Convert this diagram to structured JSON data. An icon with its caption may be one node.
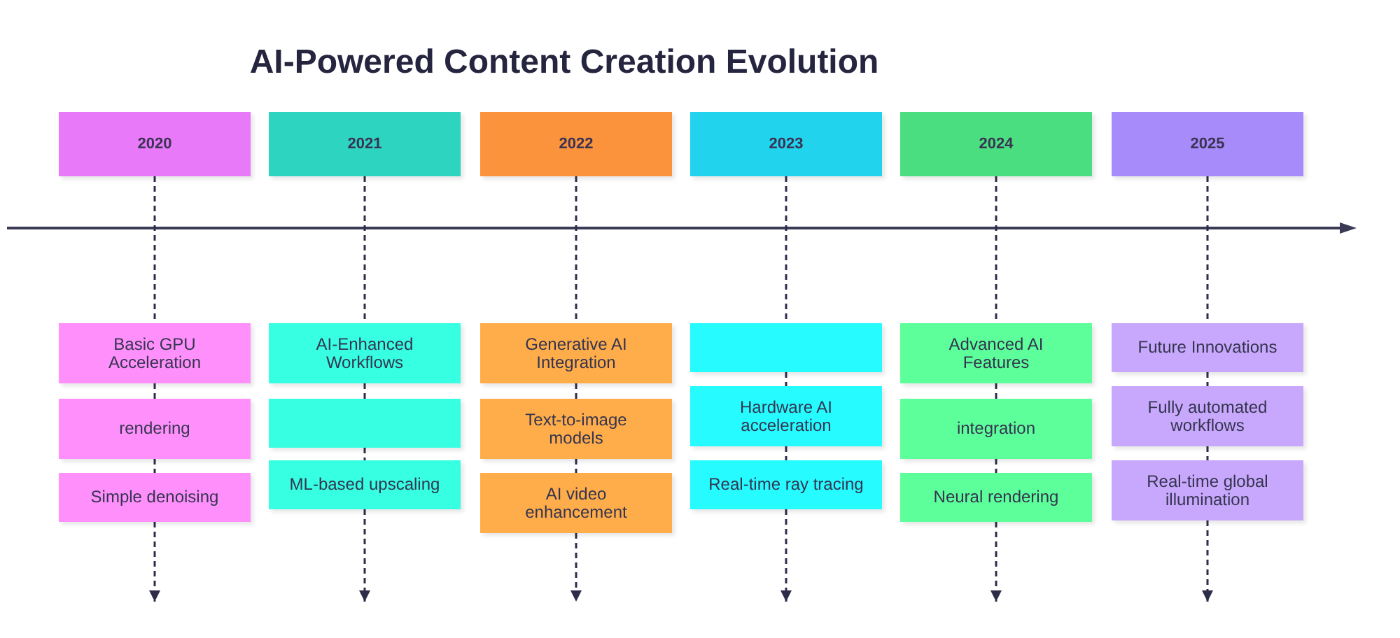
{
  "diagram": {
    "title": "AI-Powered Content Creation Evolution",
    "nodes": [
      {
        "text": [
          "2020"
        ]
      },
      {
        "text": [
          "2021"
        ]
      },
      {
        "text": [
          "2022"
        ]
      },
      {
        "text": [
          "2023"
        ]
      },
      {
        "text": [
          "2024"
        ]
      },
      {
        "text": [
          "2025"
        ]
      },
      {
        "text": [
          "Basic GPU Acceleration"
        ]
      },
      {
        "text": [
          "rendering"
        ]
      },
      {
        "text": [
          "Simple denoising"
        ]
      },
      {
        "text": [
          "AI-Enhanced Workflows"
        ]
      },
      {
        "text": [],
        "shape": "box"
      },
      {
        "text": [
          "ML-based upscaling"
        ]
      },
      {
        "text": [
          "Generative AI Integration"
        ]
      },
      {
        "text": [
          "Text-to-image models"
        ]
      },
      {
        "text": [
          "AI video enhancement"
        ]
      },
      {
        "text": [],
        "shape": "box"
      },
      {
        "text": [
          "Hardware AI acceleration"
        ]
      },
      {
        "text": [
          "Real-time ray tracing"
        ]
      },
      {
        "text": [
          "Advanced AI Features"
        ]
      },
      {
        "text": [
          "integration"
        ]
      },
      {
        "text": [
          "Neural rendering"
        ]
      },
      {
        "text": [
          "Future Innovations"
        ]
      },
      {
        "text": [
          "Fully automated workflows"
        ]
      },
      {
        "text": [
          "Real-time global illumination"
        ]
      }
    ],
    "edges": [
      {
        "from": 0,
        "to": 6,
        "arrow": "none",
        "style": "dashed"
      },
      {
        "from": 6,
        "to": 7,
        "arrow": "none",
        "style": "dashed"
      },
      {
        "from": 7,
        "to": 8,
        "arrow": "none",
        "style": "dashed"
      },
      {
        "from": 8,
        "to": null,
        "arrow": "to",
        "style": "dashed"
      },
      {
        "from": 1,
        "to": 9,
        "arrow": "none",
        "style": "dashed"
      },
      {
        "from": 9,
        "to": 10,
        "arrow": "none",
        "style": "dashed"
      },
      {
        "from": 10,
        "to": 11,
        "arrow": "none",
        "style": "dashed"
      },
      {
        "from": 11,
        "to": null,
        "arrow": "to",
        "style": "dashed"
      },
      {
        "from": 2,
        "to": 12,
        "arrow": "none",
        "style": "dashed"
      },
      {
        "from": 12,
        "to": 13,
        "arrow": "none",
        "style": "dashed"
      },
      {
        "from": 13,
        "to": 14,
        "arrow": "none",
        "style": "dashed"
      },
      {
        "from": 14,
        "to": null,
        "arrow": "to",
        "style": "dashed"
      },
      {
        "from": 3,
        "to": 15,
        "arrow": "none",
        "style": "dashed"
      },
      {
        "from": 15,
        "to": 16,
        "arrow": "none",
        "style": "dashed"
      },
      {
        "from": 16,
        "to": 17,
        "arrow": "none",
        "style": "dashed"
      },
      {
        "from": 17,
        "to": null,
        "arrow": "to",
        "style": "dashed"
      },
      {
        "from": 4,
        "to": 18,
        "arrow": "none",
        "style": "dashed"
      },
      {
        "from": 18,
        "to": 19,
        "arrow": "none",
        "style": "dashed"
      },
      {
        "from": 19,
        "to": 20,
        "arrow": "none",
        "style": "dashed"
      },
      {
        "from": 20,
        "to": null,
        "arrow": "to",
        "style": "dashed"
      },
      {
        "from": 5,
        "to": 21,
        "arrow": "none",
        "style": "dashed"
      },
      {
        "from": 21,
        "to": 22,
        "arrow": "none",
        "style": "dashed"
      },
      {
        "from": 22,
        "to": 23,
        "arrow": "none",
        "style": "dashed"
      },
      {
        "from": 23,
        "to": null,
        "arrow": "to",
        "style": "dashed"
      }
    ]
  }
}
